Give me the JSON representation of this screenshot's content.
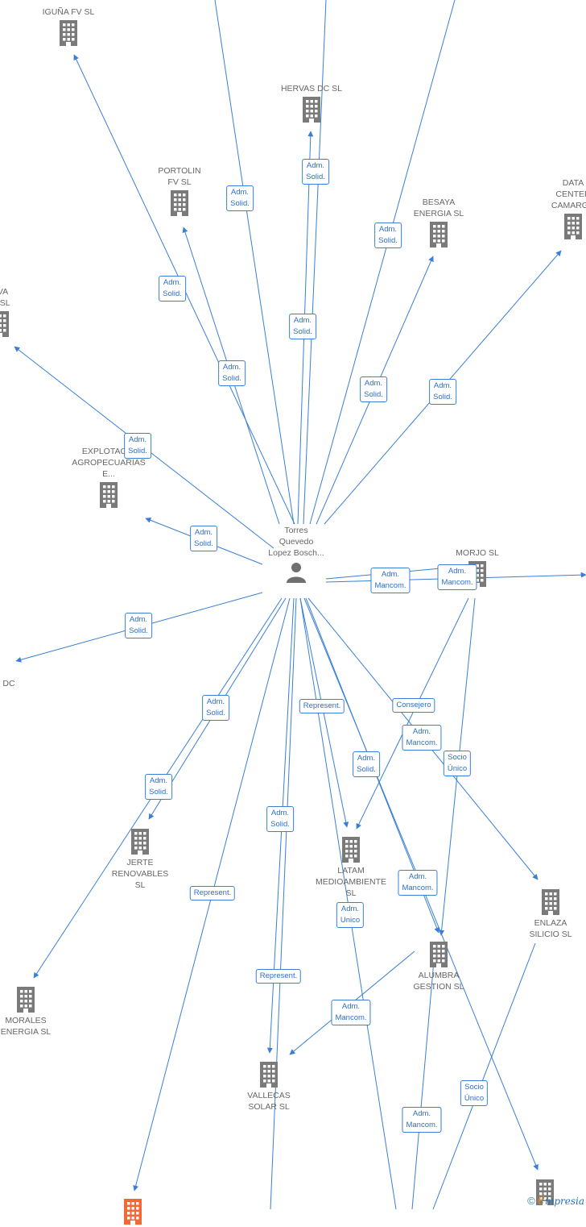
{
  "colors": {
    "edge": "#3a7fd5",
    "building": "#7a7a7a",
    "person": "#6f6f6f",
    "highlight": "#f06a35"
  },
  "center": {
    "name": "Torres\nQuevedo\nLopez Bosch..."
  },
  "nodes": [
    {
      "id": "iguna",
      "label": "IGUÑA FV  SL"
    },
    {
      "id": "hervas",
      "label": "HERVAS DC  SL"
    },
    {
      "id": "portolin",
      "label": "PORTOLIN\nFV  SL"
    },
    {
      "id": "besaya",
      "label": "BESAYA\nENERGIA  SL"
    },
    {
      "id": "datacenter",
      "label": "DATA\nCENTER\nCAMARGO"
    },
    {
      "id": "eva",
      "label": "EVA\nIA  SL"
    },
    {
      "id": "explotacion",
      "label": "EXPLOTACIO\nAGROPECUARIAS\nE..."
    },
    {
      "id": "morjo",
      "label": "MORJO SL"
    },
    {
      "id": "sdc",
      "label": "S DC"
    },
    {
      "id": "jerte",
      "label": "JERTE\nRENOVABLES\nSL"
    },
    {
      "id": "latam",
      "label": "LATAM\nMEDIOAMBIENTE\nSL"
    },
    {
      "id": "enlaza",
      "label": "ENLAZA\nSILICIO  SL"
    },
    {
      "id": "alumbra",
      "label": "ALUMBRA\nGESTION SL"
    },
    {
      "id": "morales",
      "label": "MORALES\nENERGIA  SL"
    },
    {
      "id": "vallecas",
      "label": "VALLECAS\nSOLAR SL"
    },
    {
      "id": "bottomright",
      "label": ""
    },
    {
      "id": "bottomred",
      "label": ""
    }
  ],
  "edge_labels": [
    {
      "id": "l1",
      "text": "Adm.\nSolid."
    },
    {
      "id": "l2",
      "text": "Adm.\nSolid."
    },
    {
      "id": "l3",
      "text": "Adm.\nSolid."
    },
    {
      "id": "l4",
      "text": "Adm.\nSolid."
    },
    {
      "id": "l5",
      "text": "Adm.\nSolid."
    },
    {
      "id": "l6",
      "text": "Adm.\nSolid."
    },
    {
      "id": "l7",
      "text": "Adm.\nSolid."
    },
    {
      "id": "l8",
      "text": "Adm.\nSolid."
    },
    {
      "id": "l9",
      "text": "Adm.\nSolid."
    },
    {
      "id": "l10",
      "text": "Adm.\nSolid."
    },
    {
      "id": "l11",
      "text": "Adm.\nSolid."
    },
    {
      "id": "l12",
      "text": "Adm.\nMancom."
    },
    {
      "id": "l13",
      "text": "Adm.\nMancom."
    },
    {
      "id": "l14",
      "text": "Adm.\nSolid."
    },
    {
      "id": "l15",
      "text": "Adm.\nSolid."
    },
    {
      "id": "l16",
      "text": "Represent."
    },
    {
      "id": "l17",
      "text": "Consejero"
    },
    {
      "id": "l18",
      "text": "Adm.\nMancom."
    },
    {
      "id": "l19",
      "text": "Adm.\nSolid."
    },
    {
      "id": "l20",
      "text": "Socio\nÚnico"
    },
    {
      "id": "l21",
      "text": "Adm.\nSolid."
    },
    {
      "id": "l22",
      "text": "Represent."
    },
    {
      "id": "l23",
      "text": "Adm.\nMancom."
    },
    {
      "id": "l24",
      "text": "Adm.\nUnico"
    },
    {
      "id": "l25",
      "text": "Represent."
    },
    {
      "id": "l26",
      "text": "Adm.\nMancom."
    },
    {
      "id": "l27",
      "text": "Adm.\nMancom."
    },
    {
      "id": "l28",
      "text": "Socio\nÚnico"
    },
    {
      "id": "l29",
      "text": "Adm.\nMancom."
    }
  ],
  "footer": {
    "copyright": "©",
    "brand_e": "€",
    "brand_rest": "mpresia"
  }
}
